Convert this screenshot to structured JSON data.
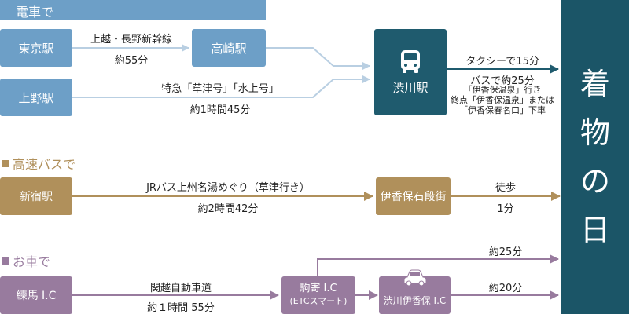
{
  "sections": {
    "train": "電車で",
    "highway_bus": "高速バスで",
    "car": "お車で"
  },
  "train": {
    "tokyo": "東京駅",
    "ueno": "上野駅",
    "takasaki": "高崎駅",
    "shibukawa": "渋川駅",
    "route1_line": "上越・長野新幹線",
    "route1_time": "約55分",
    "route2_line": "特急「草津号」「水上号」",
    "route2_time": "約1時間45分",
    "taxi": "タクシーで15分",
    "bus": "バスで約25分",
    "bus_note1": "「伊香保温泉」行き",
    "bus_note2": "終点「伊香保温泉」または",
    "bus_note3": "「伊香保春名口」下車"
  },
  "bus": {
    "shinjuku": "新宿駅",
    "ishidan": "伊香保石段街",
    "route": "JRバス上州名湯めぐり（草津行き）",
    "time": "約2時間42分",
    "walk": "徒歩",
    "walk_time": "1分"
  },
  "car": {
    "nerima": "練馬 I.C",
    "komayose": "駒寄 I.C",
    "komayose_sub": "(ETCスマート)",
    "shibukawa_ikaho": "渋川伊香保 I.C",
    "expressway": "関越自動車道",
    "expressway_time": "約１時間 55分",
    "upper_time": "約25分",
    "lower_time": "約20分"
  },
  "destination": [
    "着",
    "物",
    "の",
    "日"
  ],
  "colors": {
    "train": "#6d9fc7",
    "station_hub": "#1f5b6e",
    "bus": "#b0905b",
    "car": "#987b9e",
    "banner": "#1b5567"
  }
}
